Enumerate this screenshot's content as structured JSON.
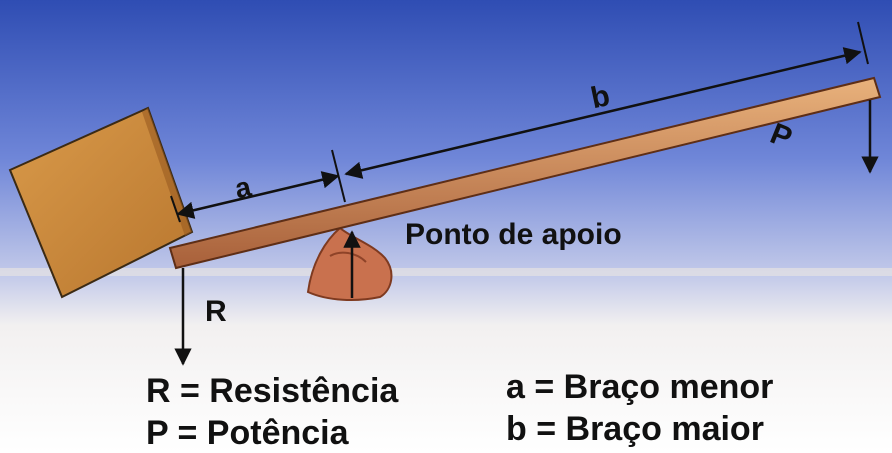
{
  "labels": {
    "fulcrum": "Ponto de apoio",
    "arm_a": "a",
    "arm_b": "b",
    "force_p": "P",
    "force_r": "R"
  },
  "legend": {
    "r": "R = Resistência",
    "p": "P = Potência",
    "a": "a = Braço menor",
    "b": "b = Braço maior"
  }
}
